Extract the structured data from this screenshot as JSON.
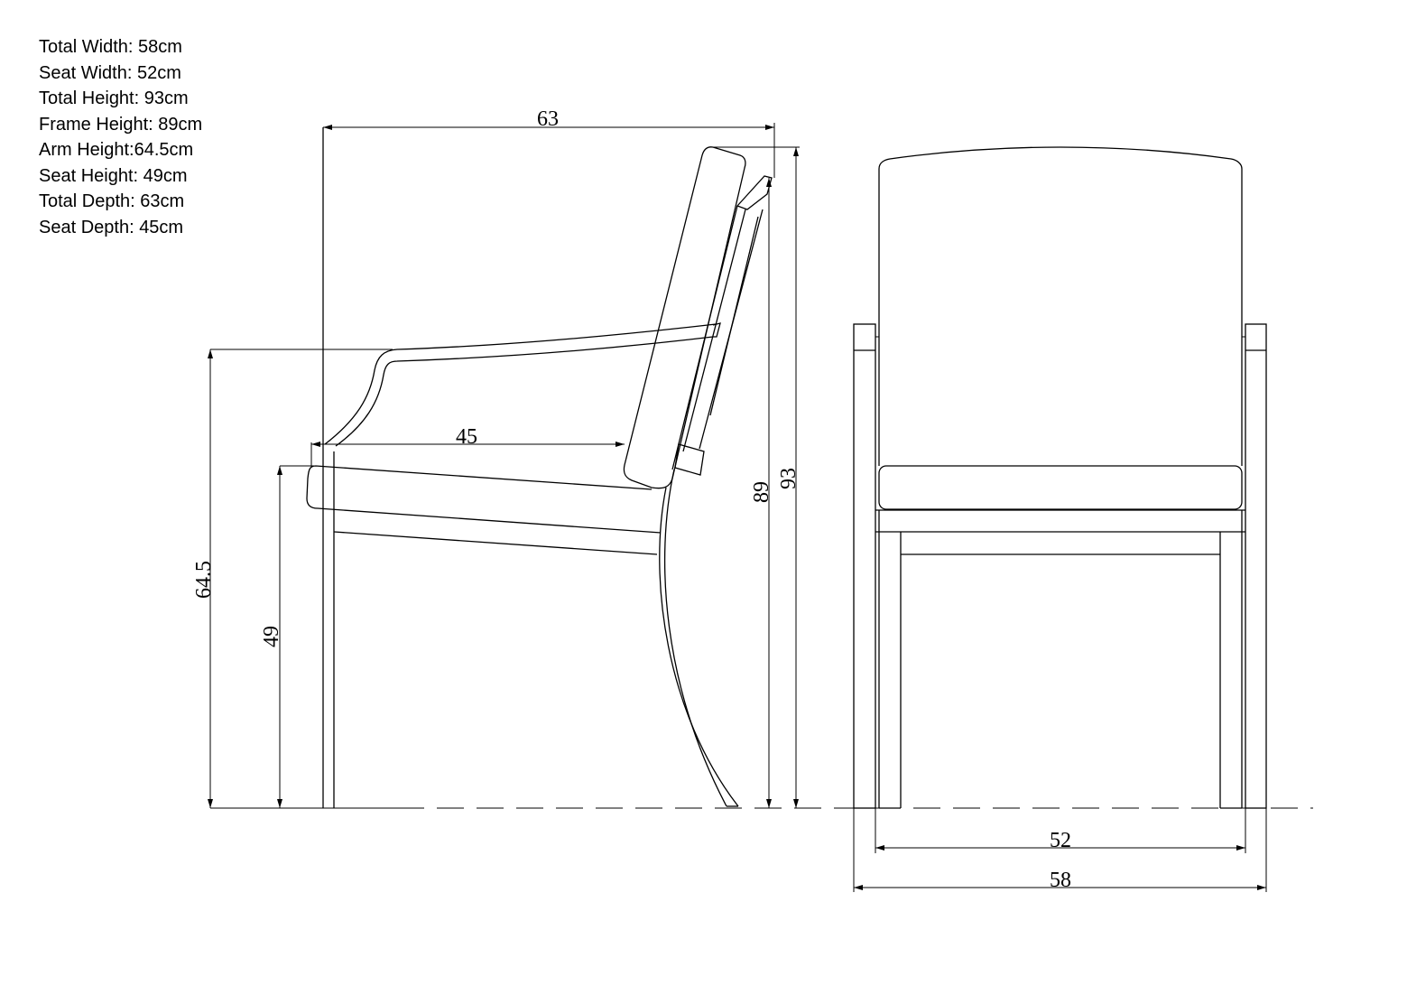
{
  "specs": [
    {
      "label": "Total Width:",
      "value": "58cm"
    },
    {
      "label": "Seat Width:",
      "value": "52cm"
    },
    {
      "label": "Total Height:",
      "value": "93cm"
    },
    {
      "label": "Frame Height:",
      "value": "89cm"
    },
    {
      "label": "Arm Height:",
      "value": "64.5cm"
    },
    {
      "label": "Seat Height:",
      "value": "49cm"
    },
    {
      "label": "Total Depth:",
      "value": "63cm"
    },
    {
      "label": "Seat Depth:",
      "value": "45cm"
    }
  ],
  "dimensions": {
    "total_depth": "63",
    "seat_depth": "45",
    "arm_height": "64.5",
    "seat_height": "49",
    "frame_height": "89",
    "total_height": "93",
    "seat_width": "52",
    "total_width": "58"
  }
}
